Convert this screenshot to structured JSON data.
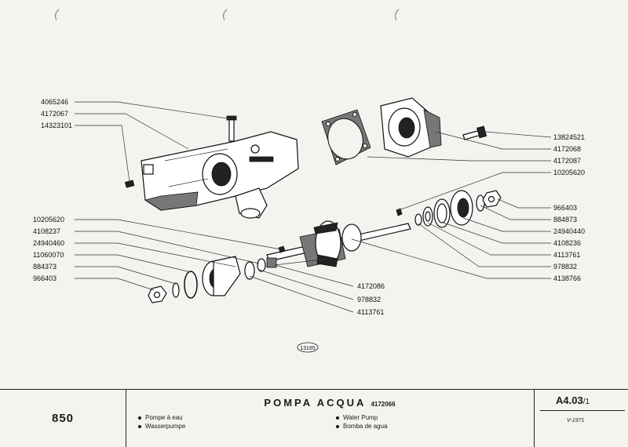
{
  "callouts_left": [
    "4065246",
    "4172067",
    "14323101"
  ],
  "callouts_right": [
    "13824521",
    "4172068",
    "4172087",
    "10205620",
    "966403",
    "884873",
    "24940440",
    "4108236",
    "4113761",
    "978832",
    "4138766"
  ],
  "callouts_lower_left": [
    "10205620",
    "4108237",
    "24940460",
    "11060070",
    "884373",
    "966403"
  ],
  "callouts_lower_center": [
    "4172086",
    "978832",
    "4113761"
  ],
  "figure_number": "13165",
  "footer": {
    "model": "850",
    "title": "POMPA  ACQUA",
    "title_code": "4172066",
    "lang_fr": "Pompe à eau",
    "lang_de": "Wasserpumpe",
    "lang_en": "Water Pump",
    "lang_es": "Bomba de agua",
    "ref_code": "A4.03",
    "ref_sheet": "/1",
    "date": "V-1971"
  }
}
